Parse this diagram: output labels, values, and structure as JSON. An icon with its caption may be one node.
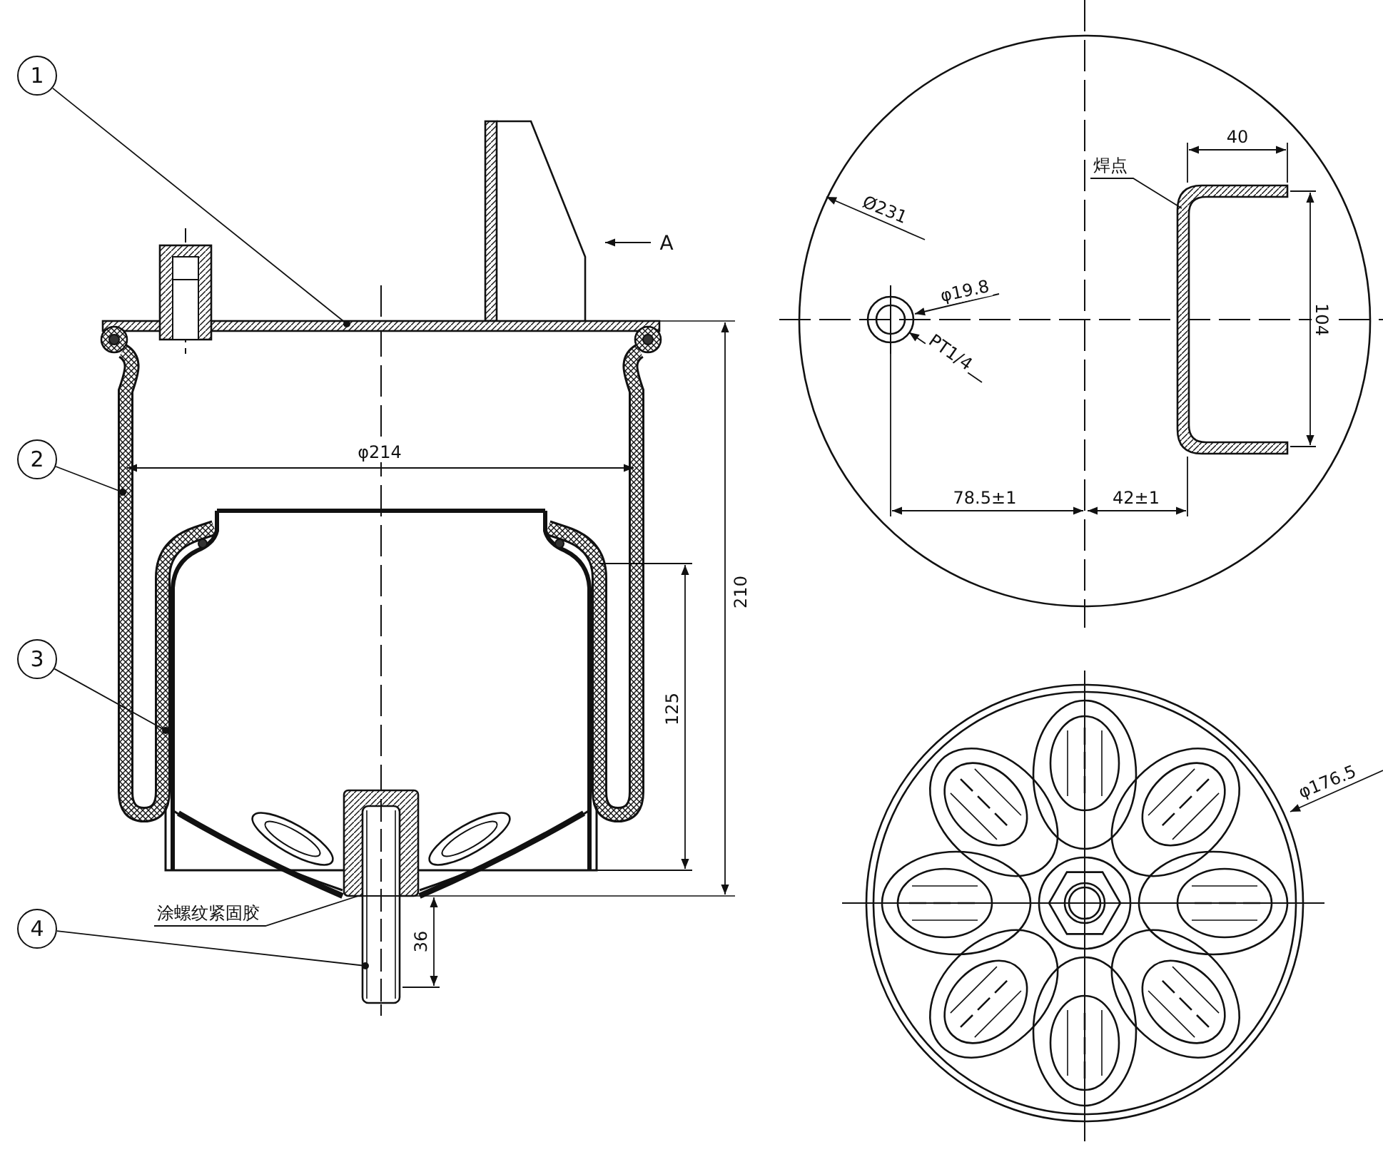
{
  "diagram": {
    "nodes": [
      {
        "text": [
          "1"
        ]
      },
      {
        "text": [
          "2"
        ]
      },
      {
        "text": [
          "3"
        ]
      },
      {
        "text": [
          "4"
        ]
      },
      {
        "text": [
          "涂螺纹紧固胶"
        ]
      },
      {
        "text": [
          "焊点"
        ]
      }
    ],
    "edges": [
      {
        "from": 0,
        "to": null,
        "arrow": "other"
      },
      {
        "from": 1,
        "to": null,
        "arrow": "other"
      },
      {
        "from": 2,
        "to": null,
        "arrow": "other"
      },
      {
        "from": 3,
        "to": null,
        "arrow": "other"
      },
      {
        "from": 4,
        "to": null,
        "arrow": "none"
      },
      {
        "from": 5,
        "to": null,
        "arrow": "none"
      }
    ],
    "labels": [
      "A",
      "φ214",
      "210",
      "125",
      "36",
      "Ø231",
      "φ19.8",
      "PT1/4",
      "40",
      "104",
      "78.5±1",
      "42±1",
      "φ176.5"
    ]
  }
}
